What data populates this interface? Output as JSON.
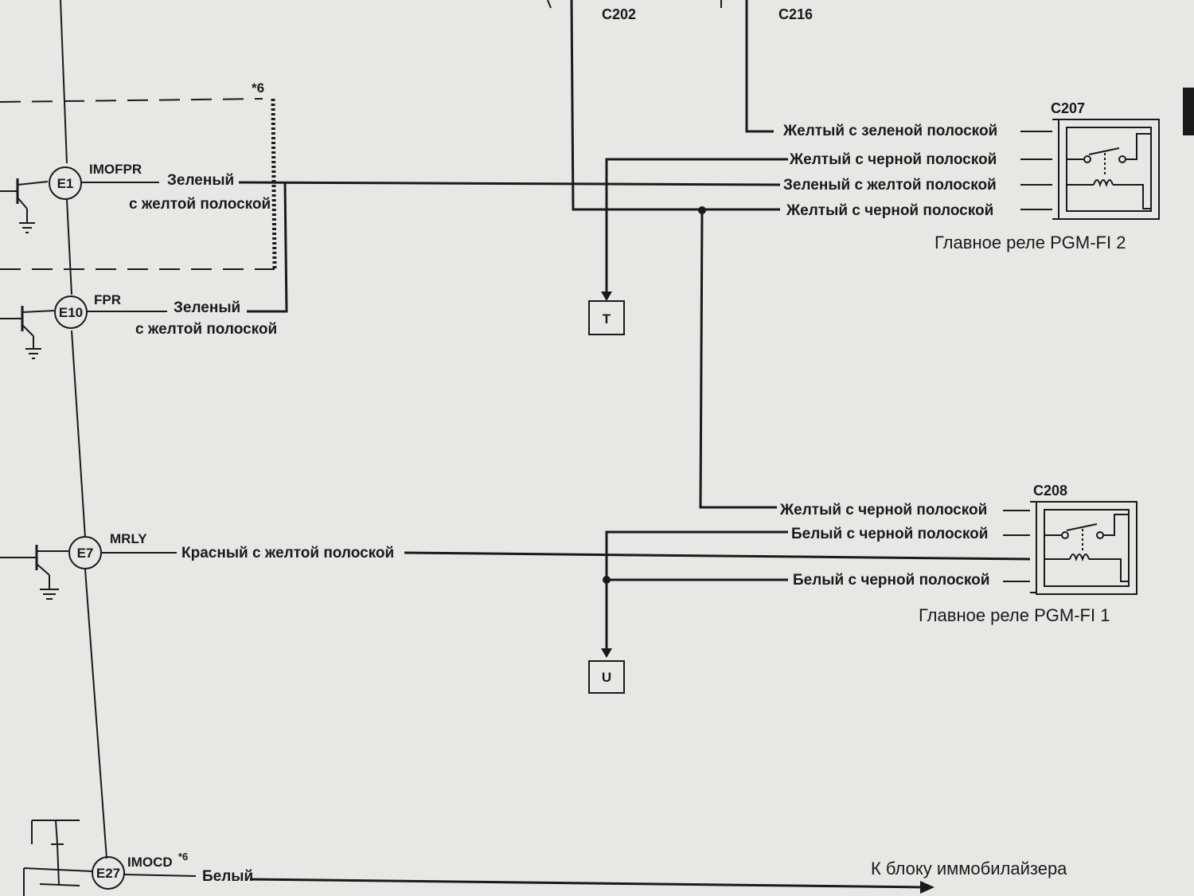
{
  "connectors": {
    "c202": "C202",
    "c216": "C216",
    "c207": "C207",
    "c208": "C208"
  },
  "marks": {
    "star6_top": "*6",
    "star6_bottom": "*6"
  },
  "pins": {
    "e1": {
      "id": "E1",
      "signal": "IMOFPR",
      "wire_line1": "Зеленый",
      "wire_line2": "с желтой полоской"
    },
    "e10": {
      "id": "E10",
      "signal": "FPR",
      "wire_line1": "Зеленый",
      "wire_line2": "с желтой полоской"
    },
    "e7": {
      "id": "E7",
      "signal": "MRLY",
      "wire": "Красный с желтой полоской"
    },
    "e27": {
      "id": "E27",
      "signal": "IMOCD",
      "wire": "Белый"
    }
  },
  "relay2": {
    "name": "Главное реле PGM-FI 2",
    "wires": [
      "Желтый с зеленой полоской",
      "Желтый с черной полоской",
      "Зеленый с желтой полоской",
      "Желтый с черной полоской"
    ]
  },
  "relay1": {
    "name": "Главное реле PGM-FI 1",
    "wires": [
      "Желтый с черной полоской",
      "Белый с черной полоской",
      "Белый с черной полоской"
    ]
  },
  "terminals": {
    "t": "T",
    "u": "U"
  },
  "immobilizer_label": "К блоку иммобилайзера"
}
